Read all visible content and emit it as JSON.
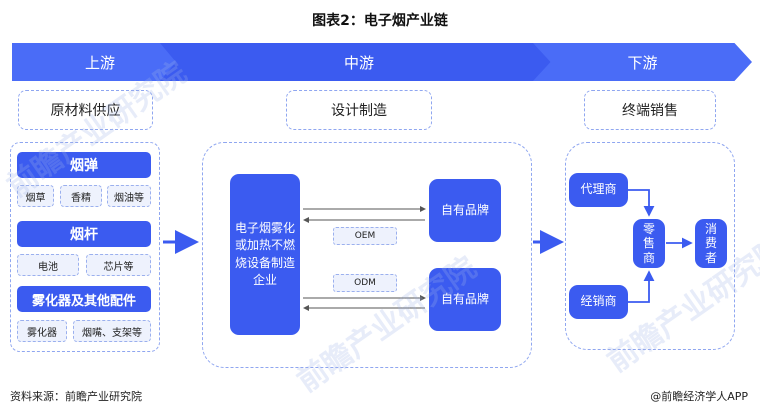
{
  "title": "图表2：电子烟产业链",
  "stages": {
    "up": "上游",
    "mid": "中游",
    "down": "下游"
  },
  "headers": {
    "up": "原材料供应",
    "mid": "设计制造",
    "down": "终端销售"
  },
  "upstream": {
    "group1": {
      "title": "烟弹",
      "items": [
        "烟草",
        "香精",
        "烟油等"
      ]
    },
    "group2": {
      "title": "烟杆",
      "items": [
        "电池",
        "芯片等"
      ]
    },
    "group3": {
      "title": "雾化器及其他配件",
      "items": [
        "雾化器",
        "烟嘴、支架等"
      ]
    }
  },
  "midstream": {
    "maker": "电子烟雾化或加热不燃烧设备制造企业",
    "brand1": "自有品牌",
    "brand2": "自有品牌",
    "oem": "OEM",
    "odm": "ODM"
  },
  "downstream": {
    "agent": "代理商",
    "dealer": "经销商",
    "retail": "零售商",
    "consumer": "消费者"
  },
  "footer": {
    "source": "资料来源：前瞻产业研究院",
    "brand": "@前瞻经济学人APP"
  },
  "watermark": "前瞻产业研究院",
  "colors": {
    "primary": "#3b5bf0",
    "dash": "#8fa6f0",
    "chip_bg": "#eef2fd"
  }
}
